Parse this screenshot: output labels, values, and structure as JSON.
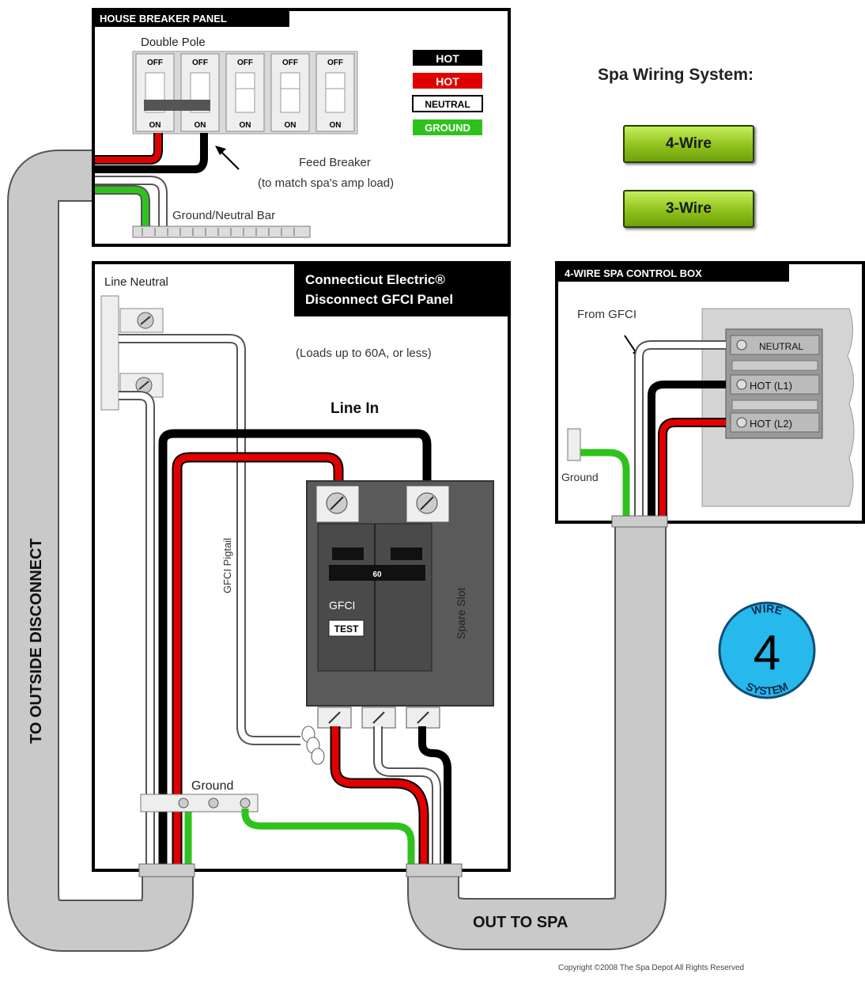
{
  "house_panel": {
    "title": "HOUSE BREAKER PANEL",
    "double_pole": "Double Pole",
    "off": "OFF",
    "on": "ON",
    "feed_breaker": "Feed Breaker",
    "feed_breaker_note": "(to match spa's amp load)",
    "ground_neutral_bar": "Ground/Neutral Bar"
  },
  "legend": {
    "hot1": "HOT",
    "hot2": "HOT",
    "neutral": "NEUTRAL",
    "ground": "GROUND"
  },
  "system": {
    "title": "Spa Wiring System:",
    "btn_4wire": "4-Wire",
    "btn_3wire": "3-Wire"
  },
  "gfci_panel": {
    "brand_line1": "Connecticut Electric®",
    "brand_line2": "Disconnect GFCI Panel",
    "loads": "(Loads up to 60A, or less)",
    "line_neutral": "Line Neutral",
    "line_in": "Line In",
    "pigtail": "GFCI Pigtail",
    "amp": "60",
    "gfci": "GFCI",
    "test": "TEST",
    "spare": "Spare Slot",
    "ground": "Ground"
  },
  "spa_box": {
    "title": "4-WIRE SPA CONTROL BOX",
    "from_gfci": "From GFCI",
    "neutral": "NEUTRAL",
    "hot_l1": "HOT (L1)",
    "hot_l2": "HOT (L2)",
    "ground": "Ground"
  },
  "labels": {
    "outside": "TO OUTSIDE DISCONNECT",
    "out_to_spa": "OUT TO SPA",
    "copyright": "Copyright ©2008 The Spa Depot All Rights Reserved"
  },
  "badge": {
    "top": "WIRE",
    "number": "4",
    "bottom": "SYSTEM"
  },
  "colors": {
    "hot": "#e00000",
    "hot_black": "#000000",
    "neutral": "#ffffff",
    "ground": "#2fc21f",
    "button": "#8fc21c",
    "badge": "#27b8ec"
  }
}
